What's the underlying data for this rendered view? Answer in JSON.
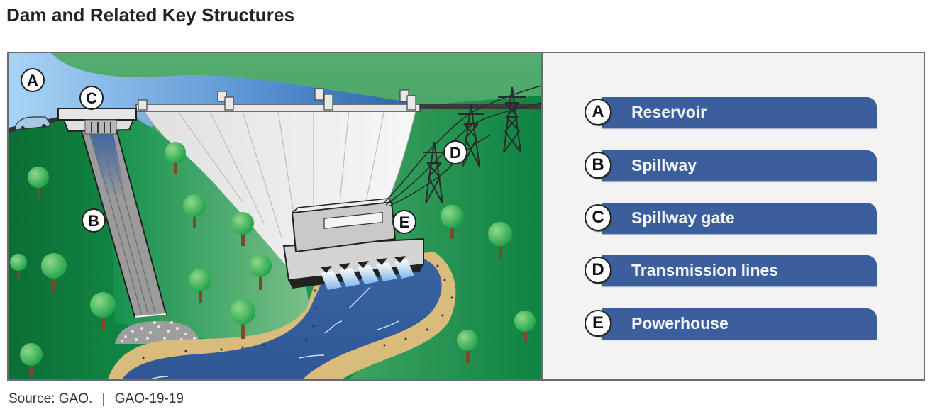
{
  "title": "Dam and Related Key Structures",
  "illustration": {
    "markers": [
      {
        "letter": "A",
        "target": "reservoir"
      },
      {
        "letter": "B",
        "target": "spillway"
      },
      {
        "letter": "C",
        "target": "spillway-gate"
      },
      {
        "letter": "D",
        "target": "transmission-lines"
      },
      {
        "letter": "E",
        "target": "powerhouse"
      }
    ]
  },
  "legend": {
    "items": [
      {
        "letter": "A",
        "label": "Reservoir"
      },
      {
        "letter": "B",
        "label": "Spillway"
      },
      {
        "letter": "C",
        "label": "Spillway gate"
      },
      {
        "letter": "D",
        "label": "Transmission lines"
      },
      {
        "letter": "E",
        "label": "Powerhouse"
      }
    ]
  },
  "colors": {
    "key_bar": "#3a5f9c",
    "grass_dark": "#0e7a3c",
    "grass_light": "#5aad72",
    "water": "#3a5f9c",
    "sky_water": "#8cc3ee",
    "sand": "#d9bb7c"
  },
  "source": {
    "text": "Source: GAO.",
    "separator": "|",
    "report_id": "GAO-19-19"
  }
}
